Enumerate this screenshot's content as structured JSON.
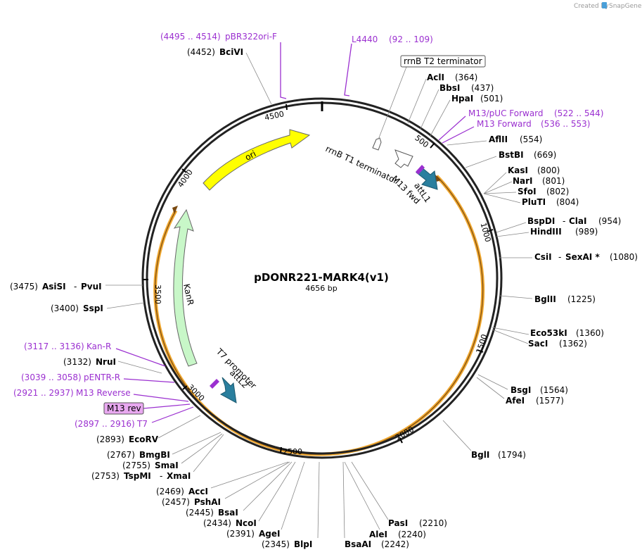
{
  "branding": {
    "created_by": "Created by",
    "brand_name": "SnapGene"
  },
  "plasmid": {
    "name": "pDONR221-MARK4(v1)",
    "length_label": "4656 bp"
  },
  "ticks": [
    "500",
    "1000",
    "1500",
    "2000",
    "2500",
    "3000",
    "3500",
    "4000",
    "4500"
  ],
  "features": {
    "ori": "ori",
    "kanr": "KanR",
    "rrnb_t1": "rrnB T1 terminator",
    "rrnb_t2": "rrnB T2 terminator",
    "attl1": "attL1",
    "m13fwd": "M13 fwd",
    "t7_promoter": "T7 promoter",
    "attl2": "attL2",
    "m13rev": "M13 rev"
  },
  "primers": {
    "pbr322": {
      "range": "(4495 .. 4514)",
      "name": "pBR322ori-F"
    },
    "l4440": {
      "name": "L4440",
      "range": "(92 .. 109)"
    },
    "m13puc": {
      "name": "M13/pUC Forward",
      "range": "(522 .. 544)"
    },
    "m13fwd": {
      "name": "M13 Forward",
      "range": "(536 .. 553)"
    },
    "kanr": {
      "range": "(3117 .. 3136)",
      "name": "Kan-R"
    },
    "pentr": {
      "range": "(3039 .. 3058)",
      "name": "pENTR-R"
    },
    "m13rev": {
      "range": "(2921 .. 2937)",
      "name": "M13 Reverse"
    },
    "t7": {
      "range": "(2897 .. 2916)",
      "name": "T7"
    }
  },
  "enzymes": {
    "bcivi": {
      "pos": "(4452)",
      "name": "BciVI"
    },
    "acli": {
      "name": "AclI",
      "pos": "(364)"
    },
    "bbsi": {
      "name": "BbsI",
      "pos": "(437)"
    },
    "hpai": {
      "name": "HpaI",
      "pos": "(501)"
    },
    "aflii": {
      "name": "AflII",
      "pos": "(554)"
    },
    "bstbi": {
      "name": "BstBI",
      "pos": "(669)"
    },
    "kasi": {
      "name": "KasI",
      "pos": "(800)"
    },
    "nari": {
      "name": "NarI",
      "pos": "(801)"
    },
    "sfoi": {
      "name": "SfoI",
      "pos": "(802)"
    },
    "pluti": {
      "name": "PluTI",
      "pos": "(804)"
    },
    "bspdi": {
      "name": "BspDI",
      "sep": "-",
      "name2": "ClaI",
      "pos": "(954)"
    },
    "hindiii": {
      "name": "HindIII",
      "pos": "(989)"
    },
    "csii": {
      "name": "CsiI",
      "sep": "-",
      "name2": "SexAI *",
      "pos": "(1080)"
    },
    "bglii": {
      "name": "BglII",
      "pos": "(1225)"
    },
    "eco53ki": {
      "name": "Eco53kI",
      "pos": "(1360)"
    },
    "saci": {
      "name": "SacI",
      "pos": "(1362)"
    },
    "bsgi": {
      "name": "BsgI",
      "pos": "(1564)"
    },
    "afei": {
      "name": "AfeI",
      "pos": "(1577)"
    },
    "bgli": {
      "name": "BglI",
      "pos": "(1794)"
    },
    "pasi": {
      "name": "PasI",
      "pos": "(2210)"
    },
    "alei": {
      "name": "AleI",
      "pos": "(2240)"
    },
    "bsaai": {
      "name": "BsaAI",
      "pos": "(2242)"
    },
    "blpi": {
      "pos": "(2345)",
      "name": "BlpI"
    },
    "agei": {
      "pos": "(2391)",
      "name": "AgeI"
    },
    "ncoi": {
      "pos": "(2434)",
      "name": "NcoI"
    },
    "bsai": {
      "pos": "(2445)",
      "name": "BsaI"
    },
    "pshai": {
      "pos": "(2457)",
      "name": "PshAI"
    },
    "acci": {
      "pos": "(2469)",
      "name": "AccI"
    },
    "tspmi": {
      "pos": "(2753)",
      "name": "TspMI",
      "sep": "-",
      "name2": "XmaI"
    },
    "smai": {
      "pos": "(2755)",
      "name": "SmaI"
    },
    "bmgbi": {
      "pos": "(2767)",
      "name": "BmgBI"
    },
    "ecorv": {
      "pos": "(2893)",
      "name": "EcoRV"
    },
    "nrui": {
      "pos": "(3132)",
      "name": "NruI"
    },
    "sspi": {
      "pos": "(3400)",
      "name": "SspI"
    },
    "asisi": {
      "pos": "(3475)",
      "name": "AsiSI",
      "sep": "-",
      "name2": "PvuI"
    }
  },
  "colors": {
    "backbone": "#222222",
    "insert": "#f0a830",
    "ori": "#ffff00",
    "kanr": "#c8f7c8",
    "att": "#2a7f9e",
    "primer": "#9b30d0",
    "m13rev_box": "#e8a8f0"
  }
}
